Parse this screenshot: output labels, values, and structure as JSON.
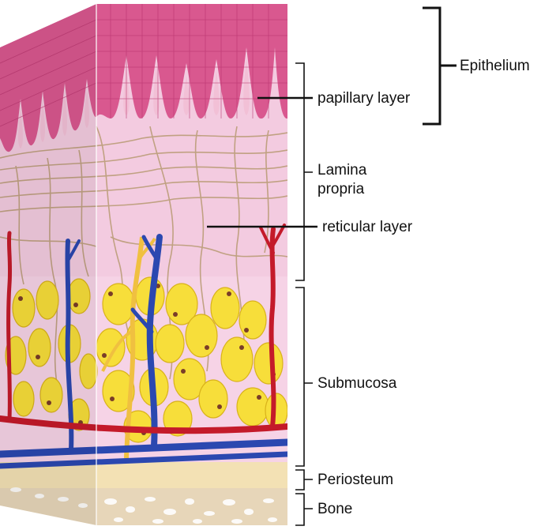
{
  "colors": {
    "epithelium": "#d9588f",
    "epithelium_light": "#f2a6c6",
    "lamina": "#f3cbe0",
    "submucosa": "#f6d3e6",
    "fiber": "#b89a72",
    "fat": "#f7de3a",
    "fat_edge": "#d9b21a",
    "nucleus": "#7a3d28",
    "artery": "#c41a2a",
    "vein": "#2b48b0",
    "nerve": "#f0c040",
    "periosteum": "#f3e1b4",
    "bone": "#e7d6b9",
    "bone_hole": "#ffffff",
    "line": "#111111"
  },
  "labels": {
    "epithelium": "Epithelium",
    "papillary": "papillary layer",
    "lamina": "Lamina propria",
    "reticular": "reticular layer",
    "submucosa": "Submucosa",
    "periosteum": "Periosteum",
    "bone": "Bone"
  }
}
